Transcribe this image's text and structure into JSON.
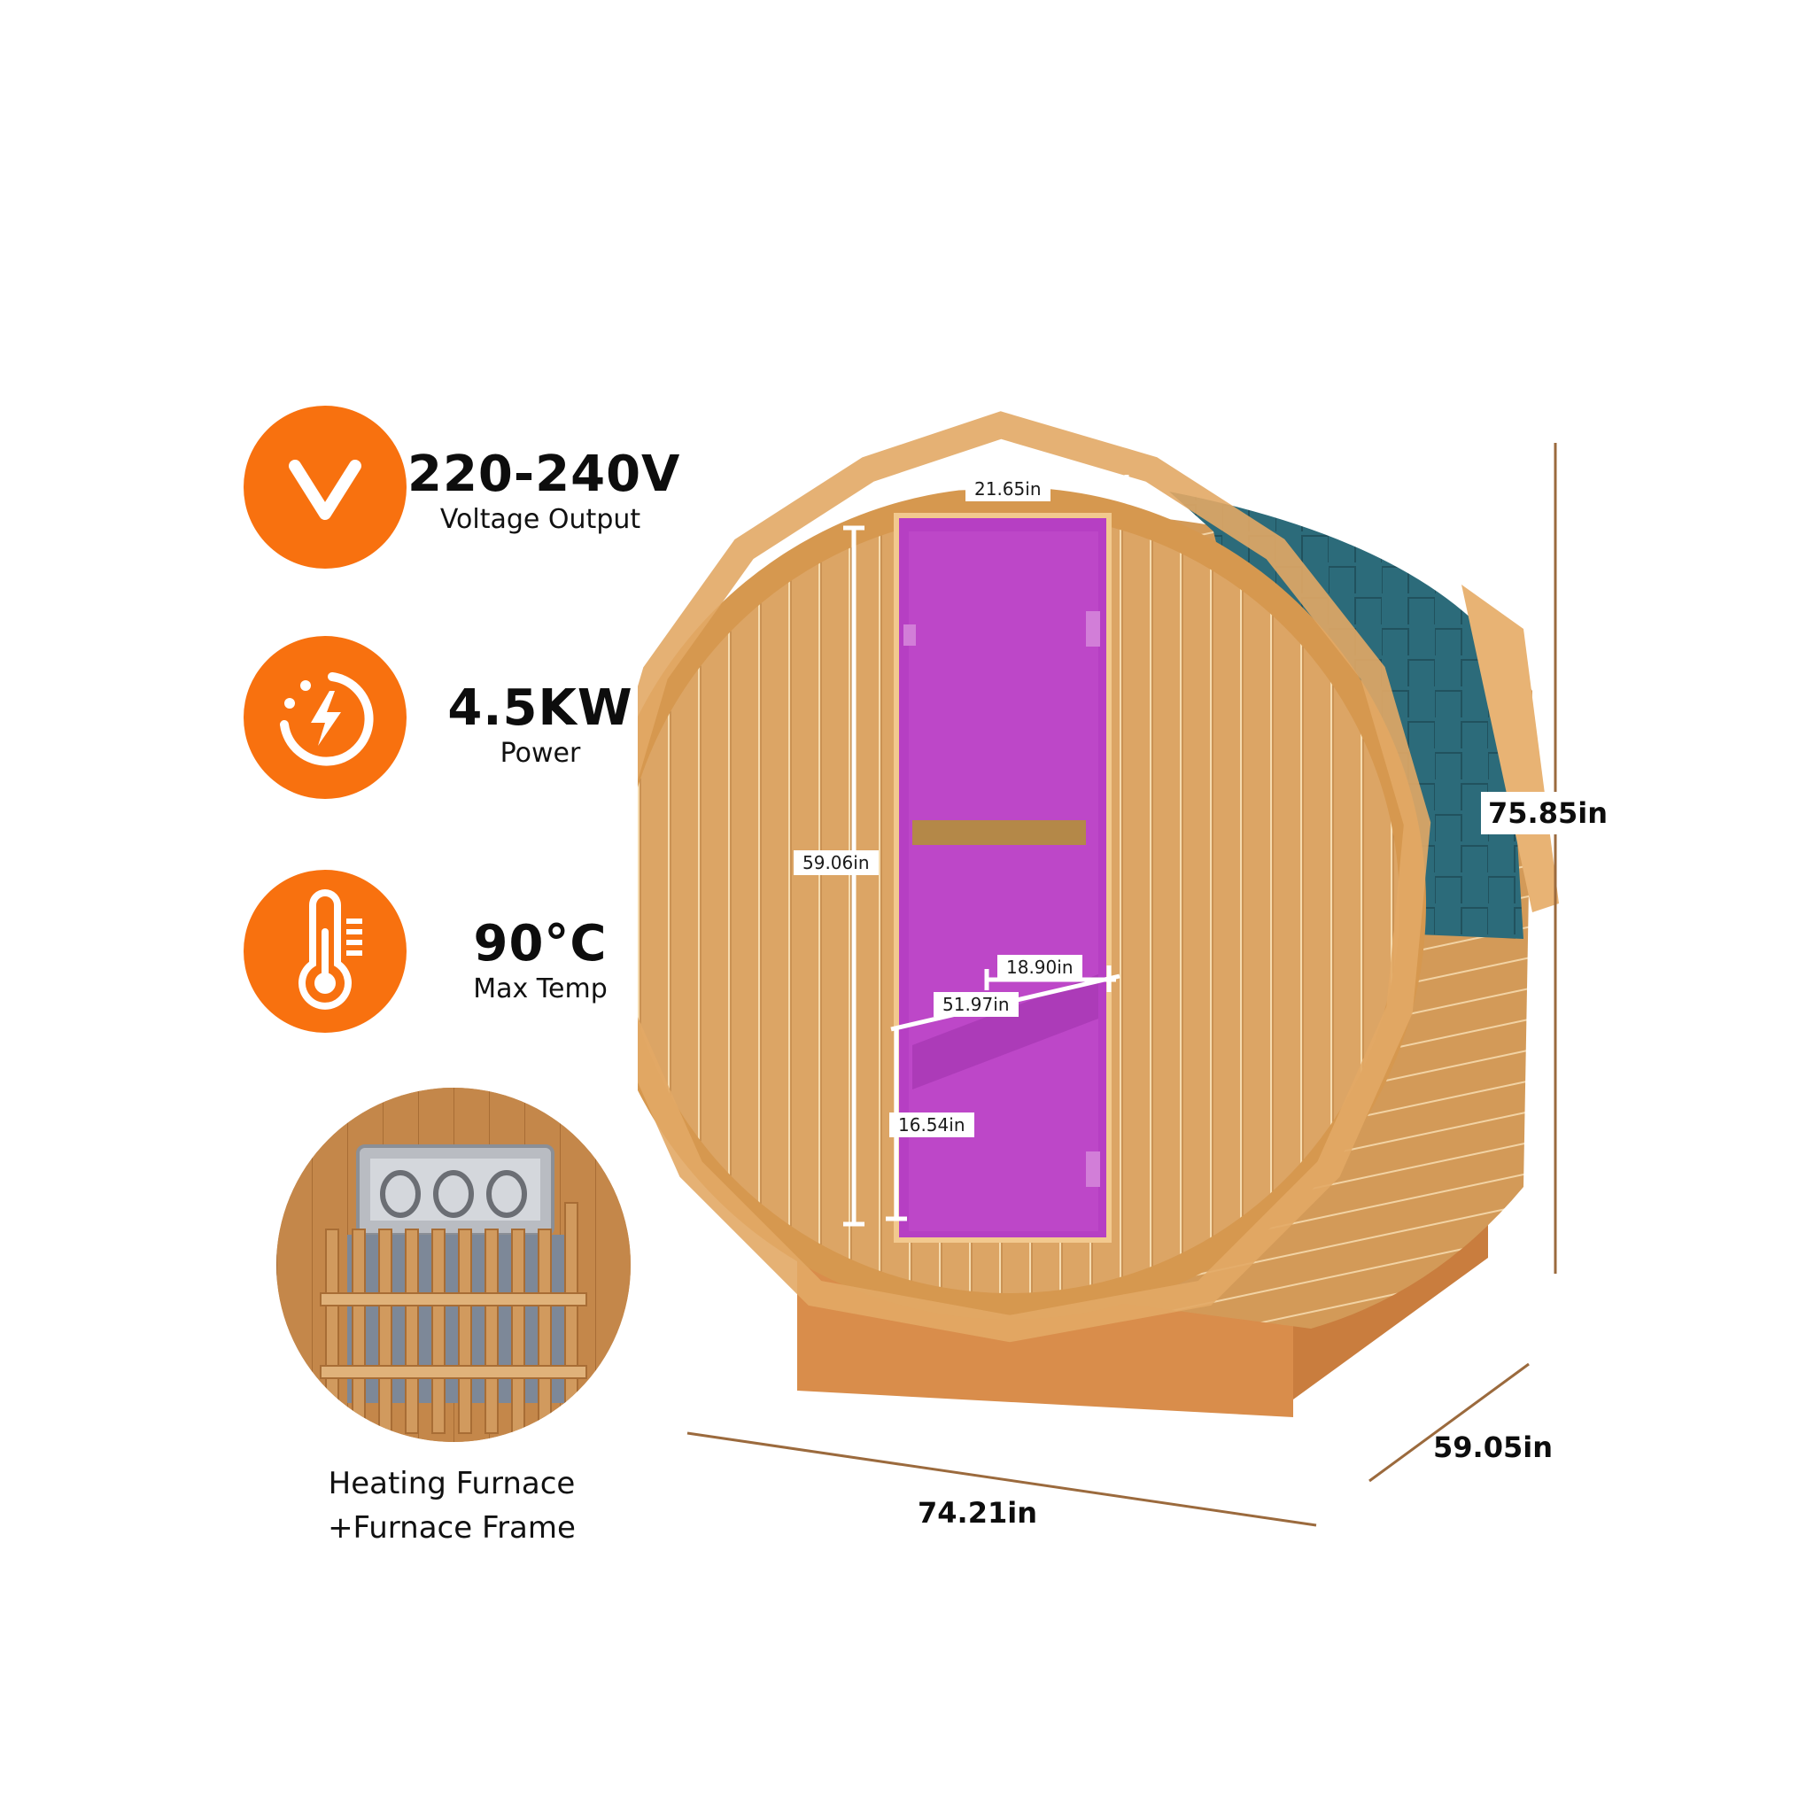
{
  "features": [
    {
      "icon": "voltage-v-icon",
      "value": "220-240V",
      "label": "Voltage Output"
    },
    {
      "icon": "power-bolt-icon",
      "value": "4.5KW",
      "label": "Power"
    },
    {
      "icon": "thermometer-icon",
      "value": "90°C",
      "label": "Max Temp"
    }
  ],
  "furnace": {
    "caption_line1": "Heating Furnace",
    "caption_line2": "+Furnace Frame"
  },
  "dimensions": {
    "door_top_width": "21.65in",
    "door_height": "59.06in",
    "bench_depth": "18.90in",
    "interior_width": "51.97in",
    "bench_height": "16.54in",
    "overall_height": "75.85in",
    "overall_length": "74.21in",
    "overall_width": "59.05in"
  },
  "colors": {
    "accent_orange": "#f8710f",
    "wood": "#d9a05c",
    "roof_shingle": "#2f6e7e",
    "glass_door": "#b83fc4",
    "dimension_line": "#9b6a3d"
  }
}
